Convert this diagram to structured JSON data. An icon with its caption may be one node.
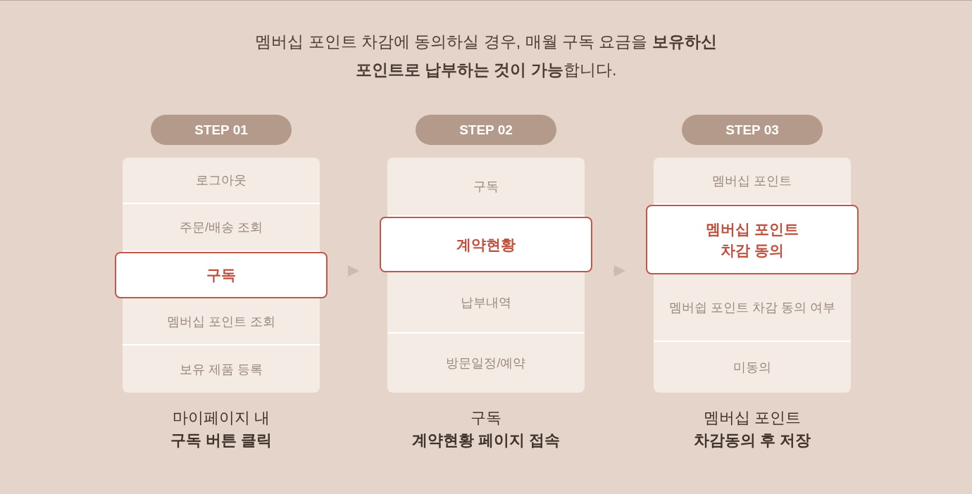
{
  "diagram": {
    "title": "멤버십 포인트 차감에 동의하실 경우, 매월 구독 요금을 **보유하신 포인트로 납부하는 것이 가능**합니다.",
    "nodes": [
      {
        "text": [
          "STEP 01"
        ]
      },
      {
        "text": [],
        "shape": "box",
        "beside": [
          "마이페이지 내",
          "구독 버튼 클릭"
        ]
      },
      {
        "text": [
          "로그아웃"
        ],
        "in": 1
      },
      {
        "text": [
          "주문/배송 조회"
        ],
        "in": 1
      },
      {
        "text": [
          "구독"
        ],
        "in": 1
      },
      {
        "text": [
          "멤버십 포인트 조회"
        ],
        "in": 1
      },
      {
        "text": [
          "보유 제품 등록"
        ],
        "in": 1
      },
      {
        "text": [
          "STEP 02"
        ]
      },
      {
        "text": [],
        "shape": "box",
        "beside": [
          "구독",
          "계약현황 페이지 접속"
        ]
      },
      {
        "text": [
          "구독"
        ],
        "in": 8
      },
      {
        "text": [
          "계약현황"
        ],
        "in": 8
      },
      {
        "text": [
          "납부내역"
        ],
        "in": 8
      },
      {
        "text": [
          "방문일정/예약"
        ],
        "in": 8
      },
      {
        "text": [
          "STEP 03"
        ]
      },
      {
        "text": [],
        "shape": "box",
        "beside": [
          "멤버십 포인트",
          "차감동의 후 저장"
        ]
      },
      {
        "text": [
          "멤버십 포인트"
        ],
        "in": 14
      },
      {
        "text": [
          "멤버십 포인트 차감 동의"
        ],
        "in": 14
      },
      {
        "text": [
          "멤버쉽 포인트 차감 동의 여부"
        ],
        "in": 14
      },
      {
        "text": [
          "미동의"
        ],
        "in": 14
      }
    ],
    "edges": [
      {
        "from": 1,
        "to": 8,
        "arrow": "to"
      },
      {
        "from": 8,
        "to": 14,
        "arrow": "to"
      }
    ]
  }
}
